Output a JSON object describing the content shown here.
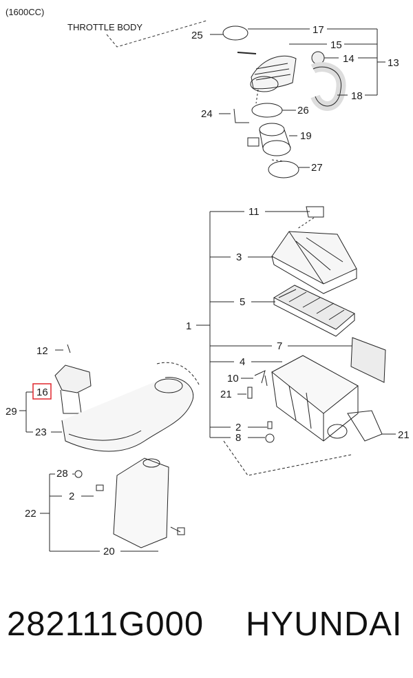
{
  "engine_note": "(1600CC)",
  "throttle_body": "THROTTLE BODY",
  "callouts": {
    "n25": "25",
    "n17": "17",
    "n15": "15",
    "n14": "14",
    "n13": "13",
    "n18": "18",
    "n24": "24",
    "n26": "26",
    "n19": "19",
    "n27": "27",
    "n11": "11",
    "n3": "3",
    "n5": "5",
    "n1": "1",
    "n7": "7",
    "n4": "4",
    "n10": "10",
    "n21a": "21",
    "n2a": "2",
    "n8": "8",
    "n21b": "21",
    "n12": "12",
    "n16": "16",
    "n29": "29",
    "n23": "23",
    "n28": "28",
    "n2b": "2",
    "n22": "22",
    "n20": "20"
  },
  "highlight": {
    "callout": "16",
    "color": "#e0262d"
  },
  "caption": {
    "part_number": "282111G000",
    "brand": "HYUNDAI"
  }
}
